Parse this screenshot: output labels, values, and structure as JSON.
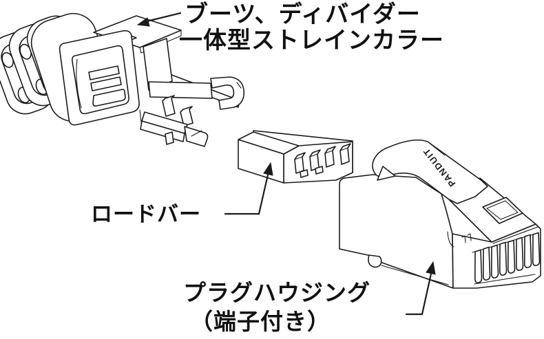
{
  "figure": {
    "background": "#ffffff",
    "line_color": "#1b1b1b",
    "text_color": "#111111",
    "labels": {
      "boot_line1": "ブーツ、ディバイダー",
      "boot_line2": "一体型ストレインカラー",
      "load_bar": "ロードバー",
      "plug_housing_line1": "プラグハウジング",
      "plug_housing_line2": "（端子付き）"
    },
    "brand": "PANDUIT"
  }
}
